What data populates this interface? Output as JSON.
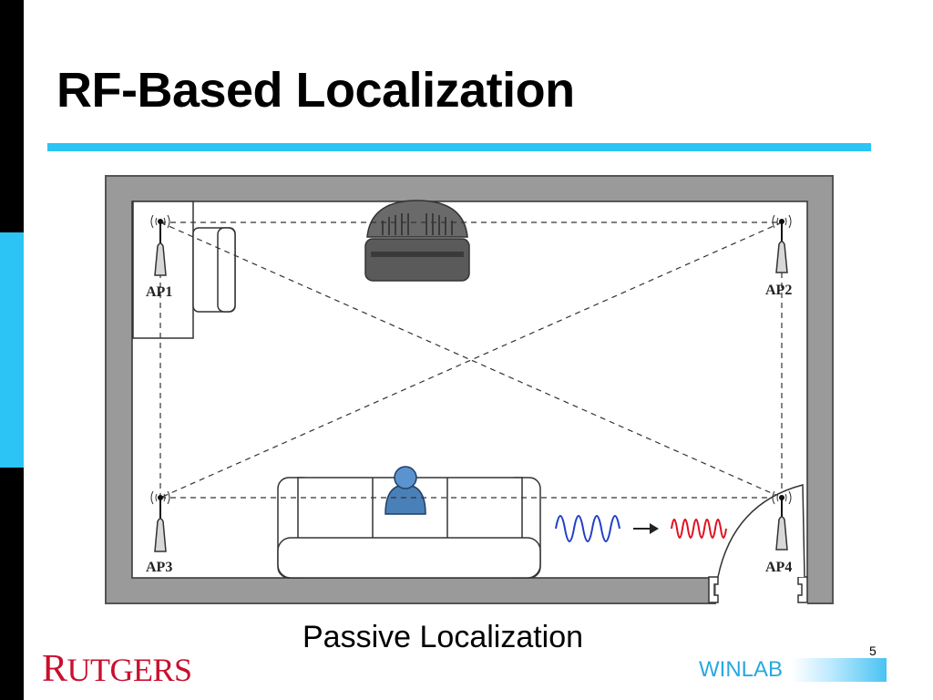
{
  "slide": {
    "title": "RF-Based Localization",
    "caption": "Passive Localization",
    "page_number": "5"
  },
  "diagram": {
    "access_points": [
      "AP1",
      "AP2",
      "AP3",
      "AP4"
    ]
  },
  "logos": {
    "rutgers_first": "R",
    "rutgers_rest": "UTGERS",
    "winlab": "WINLAB"
  },
  "colors": {
    "accent": "#2bc4f5",
    "wall": "#9a9a9a",
    "person": "#4a80b8",
    "signal_before": "#1f3fc8",
    "signal_after": "#e0101e",
    "rutgers_red": "#c8102e"
  }
}
